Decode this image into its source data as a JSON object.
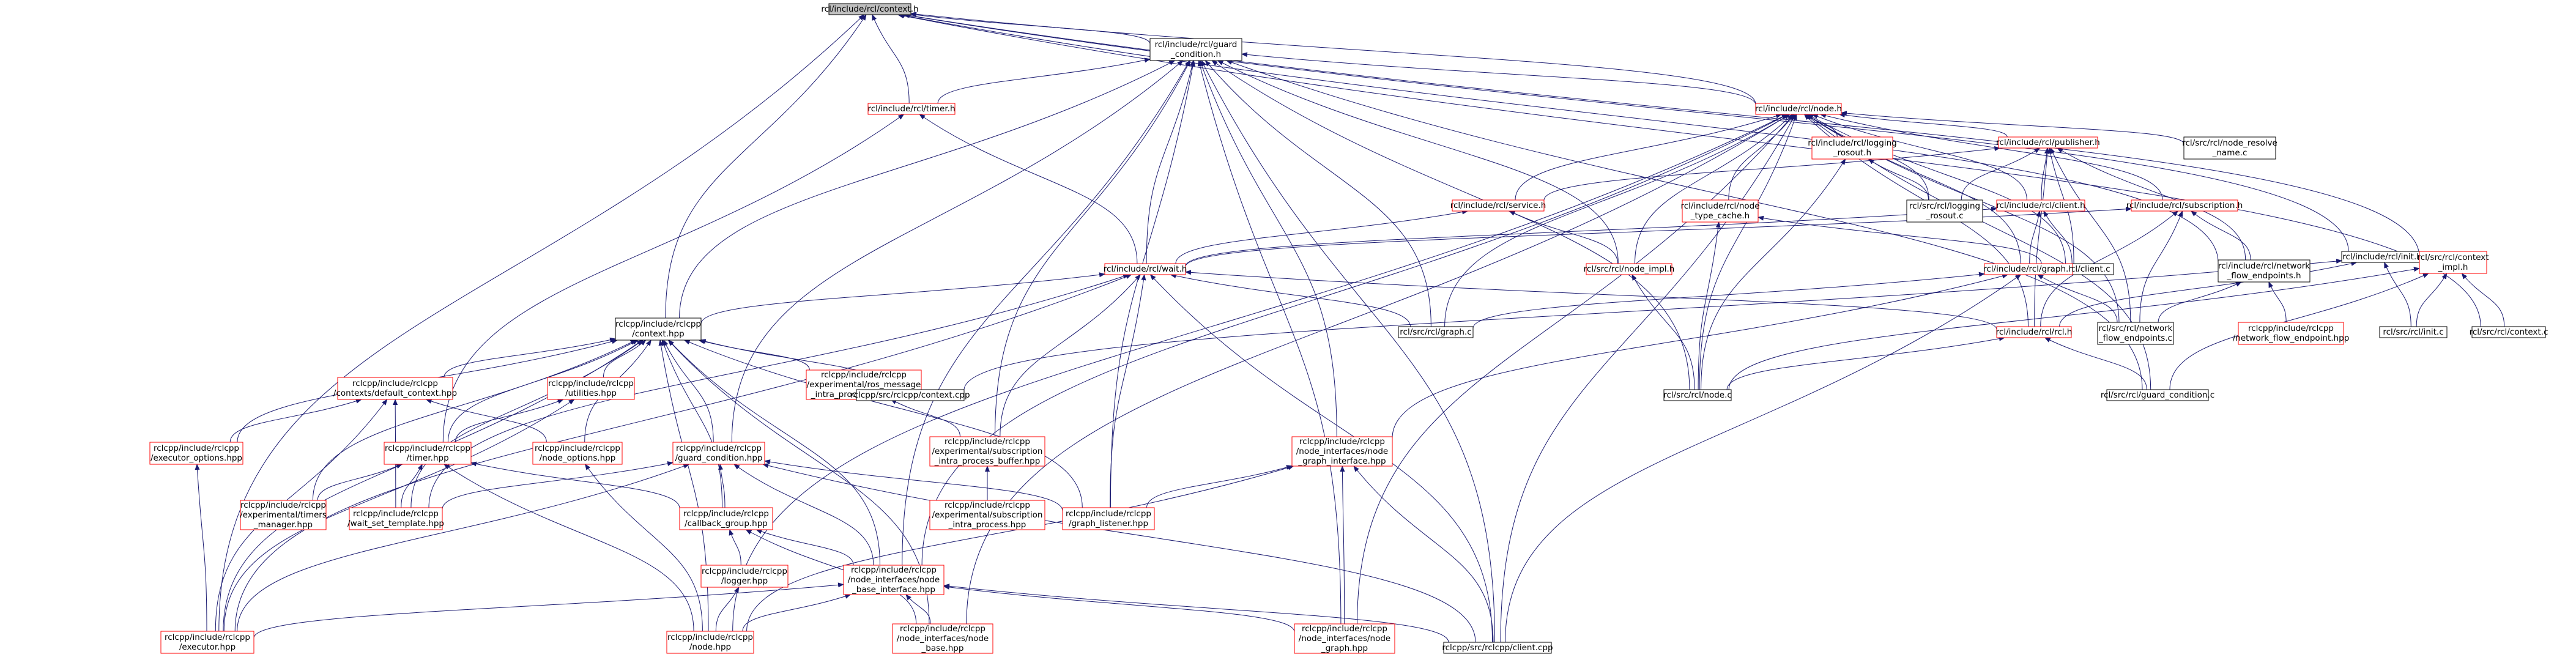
{
  "diagram": {
    "colors": {
      "edge": "#191970",
      "node_fill": "#ffffff",
      "node_border_black": "#000000",
      "node_border_red": "#ff0000",
      "root_fill": "#bfbfbf",
      "text": "#000000"
    },
    "nodes": [
      {
        "id": "context_h",
        "label": "rcl/include/rcl/context.h",
        "border": "black",
        "root": true
      },
      {
        "id": "guard_condition_h",
        "label": "rcl/include/rcl/guard\n_condition.h",
        "border": "black"
      },
      {
        "id": "timer_h",
        "label": "rcl/include/rcl/timer.h",
        "border": "red"
      },
      {
        "id": "node_h",
        "label": "rcl/include/rcl/node.h",
        "border": "red"
      },
      {
        "id": "logging_rosout_h",
        "label": "rcl/include/rcl/logging\n_rosout.h",
        "border": "red"
      },
      {
        "id": "publisher_h",
        "label": "rcl/include/rcl/publisher.h",
        "border": "red"
      },
      {
        "id": "node_resolve_name_c",
        "label": "rcl/src/rcl/node_resolve\n_name.c",
        "border": "black"
      },
      {
        "id": "service_h",
        "label": "rcl/include/rcl/service.h",
        "border": "red"
      },
      {
        "id": "node_type_cache_h",
        "label": "rcl/include/rcl/node\n_type_cache.h",
        "border": "red"
      },
      {
        "id": "logging_rosout_c",
        "label": "rcl/src/rcl/logging\n_rosout.c",
        "border": "black"
      },
      {
        "id": "client_h",
        "label": "rcl/include/rcl/client.h",
        "border": "red"
      },
      {
        "id": "subscription_h",
        "label": "rcl/include/rcl/subscription.h",
        "border": "red"
      },
      {
        "id": "wait_h",
        "label": "rcl/include/rcl/wait.h",
        "border": "red"
      },
      {
        "id": "node_impl_h",
        "label": "rcl/src/rcl/node_impl.h",
        "border": "red"
      },
      {
        "id": "client_c",
        "label": "rcl/src/rcl/client.c",
        "border": "black"
      },
      {
        "id": "graph_h",
        "label": "rcl/include/rcl/graph.h",
        "border": "red"
      },
      {
        "id": "network_flow_endpoints_h",
        "label": "rcl/include/rcl/network\n_flow_endpoints.h",
        "border": "black"
      },
      {
        "id": "init_h",
        "label": "rcl/include/rcl/init.h",
        "border": "black"
      },
      {
        "id": "context_impl_h",
        "label": "rcl/src/rcl/context\n_impl.h",
        "border": "red"
      },
      {
        "id": "rclcpp_context_hpp",
        "label": "rclcpp/include/rclcpp\n/context.hpp",
        "border": "black"
      },
      {
        "id": "graph_c",
        "label": "rcl/src/rcl/graph.c",
        "border": "black"
      },
      {
        "id": "rcl_h",
        "label": "rcl/include/rcl/rcl.h",
        "border": "red"
      },
      {
        "id": "network_flow_endpoints_c",
        "label": "rcl/src/rcl/network\n_flow_endpoints.c",
        "border": "black"
      },
      {
        "id": "network_flow_endpoint_hpp",
        "label": "rclcpp/include/rclcpp\n/network_flow_endpoint.hpp",
        "border": "red"
      },
      {
        "id": "init_c",
        "label": "rcl/src/rcl/init.c",
        "border": "black"
      },
      {
        "id": "context_c",
        "label": "rcl/src/rcl/context.c",
        "border": "black"
      },
      {
        "id": "default_context_hpp",
        "label": "rclcpp/include/rclcpp\n/contexts/default_context.hpp",
        "border": "red"
      },
      {
        "id": "utilities_hpp",
        "label": "rclcpp/include/rclcpp\n/utilities.hpp",
        "border": "red"
      },
      {
        "id": "ros_message_ipb_hpp",
        "label": "rclcpp/include/rclcpp\n/experimental/ros_message\n_intra_process_buffer.hpp",
        "border": "red"
      },
      {
        "id": "context_cpp",
        "label": "rclcpp/src/rclcpp/context.cpp",
        "border": "black"
      },
      {
        "id": "node_c",
        "label": "rcl/src/rcl/node.c",
        "border": "black"
      },
      {
        "id": "guard_condition_c",
        "label": "rcl/src/rcl/guard_condition.c",
        "border": "black"
      },
      {
        "id": "executor_options_hpp",
        "label": "rclcpp/include/rclcpp\n/executor_options.hpp",
        "border": "red"
      },
      {
        "id": "timer_hpp",
        "label": "rclcpp/include/rclcpp\n/timer.hpp",
        "border": "red"
      },
      {
        "id": "node_options_hpp",
        "label": "rclcpp/include/rclcpp\n/node_options.hpp",
        "border": "red"
      },
      {
        "id": "guard_condition_hpp",
        "label": "rclcpp/include/rclcpp\n/guard_condition.hpp",
        "border": "red"
      },
      {
        "id": "sub_ipb_hpp",
        "label": "rclcpp/include/rclcpp\n/experimental/subscription\n_intra_process_buffer.hpp",
        "border": "red"
      },
      {
        "id": "node_graph_interface_hpp",
        "label": "rclcpp/include/rclcpp\n/node_interfaces/node\n_graph_interface.hpp",
        "border": "red"
      },
      {
        "id": "timers_manager_hpp",
        "label": "rclcpp/include/rclcpp\n/experimental/timers\n_manager.hpp",
        "border": "red"
      },
      {
        "id": "wait_set_template_hpp",
        "label": "rclcpp/include/rclcpp\n/wait_set_template.hpp",
        "border": "red"
      },
      {
        "id": "callback_group_hpp",
        "label": "rclcpp/include/rclcpp\n/callback_group.hpp",
        "border": "red"
      },
      {
        "id": "sub_intra_process_hpp",
        "label": "rclcpp/include/rclcpp\n/experimental/subscription\n_intra_process.hpp",
        "border": "red"
      },
      {
        "id": "graph_listener_hpp",
        "label": "rclcpp/include/rclcpp\n/graph_listener.hpp",
        "border": "red"
      },
      {
        "id": "logger_hpp",
        "label": "rclcpp/include/rclcpp\n/logger.hpp",
        "border": "red"
      },
      {
        "id": "node_base_interface_hpp",
        "label": "rclcpp/include/rclcpp\n/node_interfaces/node\n_base_interface.hpp",
        "border": "red"
      },
      {
        "id": "executor_hpp",
        "label": "rclcpp/include/rclcpp\n/executor.hpp",
        "border": "red"
      },
      {
        "id": "node_hpp",
        "label": "rclcpp/include/rclcpp\n/node.hpp",
        "border": "red"
      },
      {
        "id": "node_base_hpp",
        "label": "rclcpp/include/rclcpp\n/node_interfaces/node\n_base.hpp",
        "border": "red"
      },
      {
        "id": "node_graph_hpp",
        "label": "rclcpp/include/rclcpp\n/node_interfaces/node\n_graph.hpp",
        "border": "red"
      },
      {
        "id": "client_cpp",
        "label": "rclcpp/src/rclcpp/client.cpp",
        "border": "black"
      }
    ],
    "edges": [
      [
        "context_h",
        "guard_condition_h"
      ],
      [
        "context_h",
        "timer_h"
      ],
      [
        "context_h",
        "node_h"
      ],
      [
        "context_h",
        "init_h"
      ],
      [
        "context_h",
        "context_impl_h"
      ],
      [
        "context_h",
        "context_c"
      ],
      [
        "context_h",
        "rclcpp_context_hpp"
      ],
      [
        "context_h",
        "executor_hpp"
      ],
      [
        "context_h",
        "network_flow_endpoints_h"
      ],
      [
        "guard_condition_h",
        "timer_h"
      ],
      [
        "guard_condition_h",
        "node_h"
      ],
      [
        "guard_condition_h",
        "wait_h"
      ],
      [
        "guard_condition_h",
        "rclcpp_context_hpp"
      ],
      [
        "guard_condition_h",
        "graph_c"
      ],
      [
        "guard_condition_h",
        "node_impl_h"
      ],
      [
        "guard_condition_h",
        "guard_condition_c"
      ],
      [
        "guard_condition_h",
        "guard_condition_hpp"
      ],
      [
        "guard_condition_h",
        "sub_ipb_hpp"
      ],
      [
        "guard_condition_h",
        "graph_listener_hpp"
      ],
      [
        "guard_condition_h",
        "node_graph_interface_hpp"
      ],
      [
        "guard_condition_h",
        "node_base_interface_hpp"
      ],
      [
        "guard_condition_h",
        "node_graph_hpp"
      ],
      [
        "guard_condition_h",
        "client_cpp"
      ],
      [
        "guard_condition_h",
        "node_c"
      ],
      [
        "timer_h",
        "wait_h"
      ],
      [
        "timer_h",
        "timer_hpp"
      ],
      [
        "node_h",
        "logging_rosout_h"
      ],
      [
        "node_h",
        "publisher_h"
      ],
      [
        "node_h",
        "node_resolve_name_c"
      ],
      [
        "node_h",
        "service_h"
      ],
      [
        "node_h",
        "node_type_cache_h"
      ],
      [
        "node_h",
        "logging_rosout_c"
      ],
      [
        "node_h",
        "client_h"
      ],
      [
        "node_h",
        "subscription_h"
      ],
      [
        "node_h",
        "node_impl_h"
      ],
      [
        "node_h",
        "client_c"
      ],
      [
        "node_h",
        "graph_h"
      ],
      [
        "node_h",
        "network_flow_endpoints_c"
      ],
      [
        "node_h",
        "graph_c"
      ],
      [
        "node_h",
        "rcl_h"
      ],
      [
        "node_h",
        "node_c"
      ],
      [
        "node_h",
        "guard_condition_c"
      ],
      [
        "node_h",
        "client_cpp"
      ],
      [
        "node_h",
        "node_base_interface_hpp"
      ],
      [
        "node_h",
        "node_hpp"
      ],
      [
        "node_h",
        "node_base_hpp"
      ],
      [
        "node_h",
        "node_graph_hpp"
      ],
      [
        "logging_rosout_h",
        "logging_rosout_c"
      ],
      [
        "logging_rosout_h",
        "node_c"
      ],
      [
        "publisher_h",
        "service_h"
      ],
      [
        "publisher_h",
        "client_h"
      ],
      [
        "publisher_h",
        "logging_rosout_c"
      ],
      [
        "publisher_h",
        "client_c"
      ],
      [
        "publisher_h",
        "rcl_h"
      ],
      [
        "publisher_h",
        "network_flow_endpoints_c"
      ],
      [
        "publisher_h",
        "network_flow_endpoints_h"
      ],
      [
        "service_h",
        "wait_h"
      ],
      [
        "service_h",
        "node_impl_h"
      ],
      [
        "node_type_cache_h",
        "node_c"
      ],
      [
        "node_type_cache_h",
        "client_c"
      ],
      [
        "client_h",
        "client_c"
      ],
      [
        "client_h",
        "graph_h"
      ],
      [
        "client_h",
        "wait_h"
      ],
      [
        "subscription_h",
        "wait_h"
      ],
      [
        "subscription_h",
        "rcl_h"
      ],
      [
        "subscription_h",
        "network_flow_endpoints_c"
      ],
      [
        "subscription_h",
        "network_flow_endpoints_h"
      ],
      [
        "wait_h",
        "rclcpp_context_hpp"
      ],
      [
        "wait_h",
        "graph_c"
      ],
      [
        "wait_h",
        "rcl_h"
      ],
      [
        "wait_h",
        "executor_hpp"
      ],
      [
        "wait_h",
        "wait_set_template_hpp"
      ],
      [
        "wait_h",
        "sub_ipb_hpp"
      ],
      [
        "wait_h",
        "graph_listener_hpp"
      ],
      [
        "wait_h",
        "client_cpp"
      ],
      [
        "node_impl_h",
        "node_c"
      ],
      [
        "graph_h",
        "graph_c"
      ],
      [
        "graph_h",
        "network_flow_endpoints_c"
      ],
      [
        "graph_h",
        "node_graph_interface_hpp"
      ],
      [
        "graph_h",
        "client_cpp"
      ],
      [
        "network_flow_endpoints_h",
        "network_flow_endpoints_c"
      ],
      [
        "network_flow_endpoints_h",
        "network_flow_endpoint_hpp"
      ],
      [
        "init_h",
        "init_c"
      ],
      [
        "init_h",
        "rcl_h"
      ],
      [
        "init_h",
        "context_cpp"
      ],
      [
        "context_impl_h",
        "init_c"
      ],
      [
        "context_impl_h",
        "context_c"
      ],
      [
        "context_impl_h",
        "guard_condition_c"
      ],
      [
        "context_impl_h",
        "node_c"
      ],
      [
        "rcl_h",
        "node_c"
      ],
      [
        "rcl_h",
        "guard_condition_c"
      ],
      [
        "rclcpp_context_hpp",
        "default_context_hpp"
      ],
      [
        "rclcpp_context_hpp",
        "utilities_hpp"
      ],
      [
        "rclcpp_context_hpp",
        "ros_message_ipb_hpp"
      ],
      [
        "rclcpp_context_hpp",
        "context_cpp"
      ],
      [
        "rclcpp_context_hpp",
        "executor_options_hpp"
      ],
      [
        "rclcpp_context_hpp",
        "timer_hpp"
      ],
      [
        "rclcpp_context_hpp",
        "node_options_hpp"
      ],
      [
        "rclcpp_context_hpp",
        "guard_condition_hpp"
      ],
      [
        "rclcpp_context_hpp",
        "callback_group_hpp"
      ],
      [
        "rclcpp_context_hpp",
        "graph_listener_hpp"
      ],
      [
        "rclcpp_context_hpp",
        "node_base_interface_hpp"
      ],
      [
        "rclcpp_context_hpp",
        "executor_hpp"
      ],
      [
        "rclcpp_context_hpp",
        "node_hpp"
      ],
      [
        "rclcpp_context_hpp",
        "node_base_hpp"
      ],
      [
        "rclcpp_context_hpp",
        "timers_manager_hpp"
      ],
      [
        "rclcpp_context_hpp",
        "wait_set_template_hpp"
      ],
      [
        "default_context_hpp",
        "executor_options_hpp"
      ],
      [
        "default_context_hpp",
        "node_options_hpp"
      ],
      [
        "default_context_hpp",
        "executor_hpp"
      ],
      [
        "default_context_hpp",
        "wait_set_template_hpp"
      ],
      [
        "utilities_hpp",
        "timer_hpp"
      ],
      [
        "utilities_hpp",
        "executor_hpp"
      ],
      [
        "ros_message_ipb_hpp",
        "sub_ipb_hpp"
      ],
      [
        "sub_ipb_hpp",
        "sub_intra_process_hpp"
      ],
      [
        "executor_options_hpp",
        "executor_hpp"
      ],
      [
        "timer_hpp",
        "callback_group_hpp"
      ],
      [
        "timer_hpp",
        "timers_manager_hpp"
      ],
      [
        "timer_hpp",
        "wait_set_template_hpp"
      ],
      [
        "timer_hpp",
        "node_hpp"
      ],
      [
        "node_options_hpp",
        "node_hpp"
      ],
      [
        "guard_condition_hpp",
        "callback_group_hpp"
      ],
      [
        "guard_condition_hpp",
        "wait_set_template_hpp"
      ],
      [
        "guard_condition_hpp",
        "graph_listener_hpp"
      ],
      [
        "guard_condition_hpp",
        "node_base_interface_hpp"
      ],
      [
        "guard_condition_hpp",
        "executor_hpp"
      ],
      [
        "guard_condition_hpp",
        "client_cpp"
      ],
      [
        "node_graph_interface_hpp",
        "graph_listener_hpp"
      ],
      [
        "node_graph_interface_hpp",
        "node_hpp"
      ],
      [
        "node_graph_interface_hpp",
        "node_graph_hpp"
      ],
      [
        "node_graph_interface_hpp",
        "client_cpp"
      ],
      [
        "callback_group_hpp",
        "logger_hpp"
      ],
      [
        "callback_group_hpp",
        "node_base_interface_hpp"
      ],
      [
        "callback_group_hpp",
        "node_base_hpp"
      ],
      [
        "logger_hpp",
        "node_hpp"
      ],
      [
        "node_base_interface_hpp",
        "executor_hpp"
      ],
      [
        "node_base_interface_hpp",
        "node_hpp"
      ],
      [
        "node_base_interface_hpp",
        "node_base_hpp"
      ],
      [
        "node_base_interface_hpp",
        "node_graph_hpp"
      ],
      [
        "node_base_interface_hpp",
        "client_cpp"
      ]
    ]
  }
}
